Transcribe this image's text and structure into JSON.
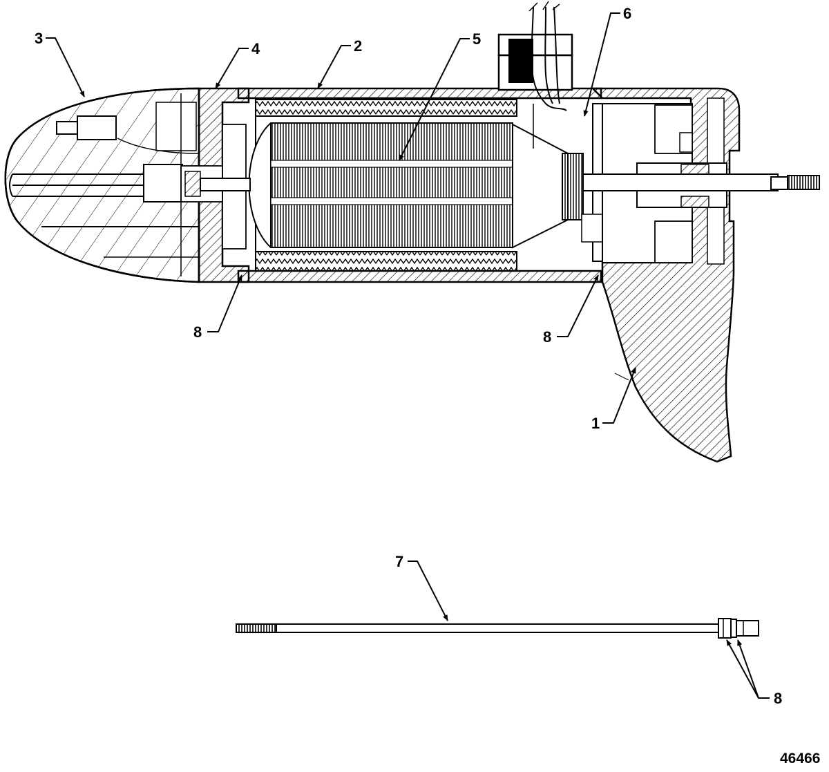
{
  "callouts": {
    "c1": "1",
    "c2": "2",
    "c3": "3",
    "c4": "4",
    "c5": "5",
    "c6": "6",
    "c7": "7",
    "c8a": "8",
    "c8b": "8",
    "c8c": "8"
  },
  "figure_number": "46466"
}
